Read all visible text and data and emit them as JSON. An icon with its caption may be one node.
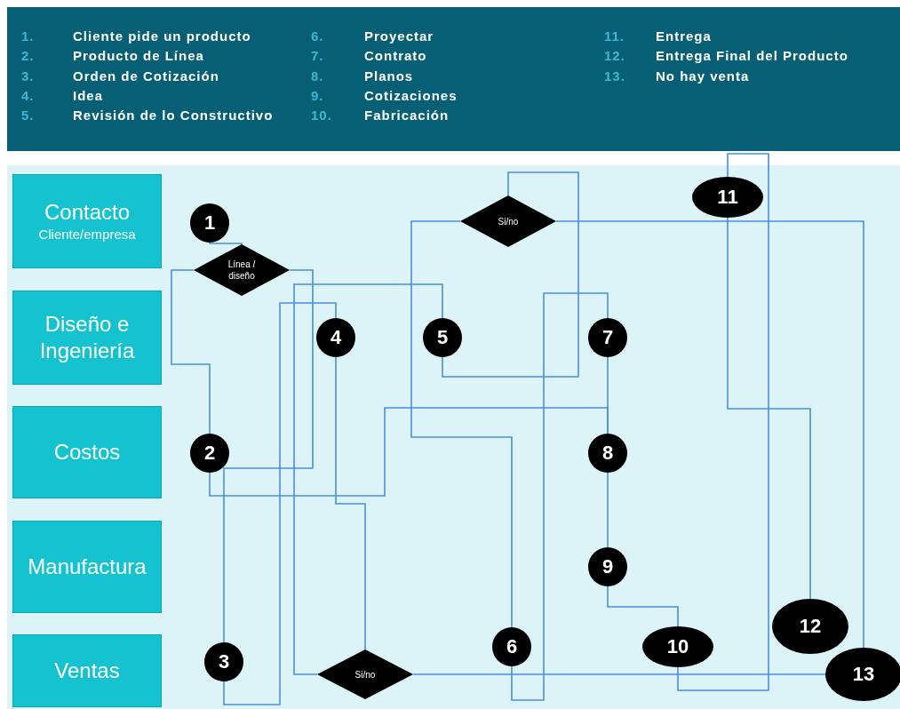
{
  "diagram": {
    "nodes": [
      {
        "text": [
          "Contacto",
          "Cliente/empresa"
        ]
      },
      {
        "text": [
          "Diseño e Ingeniería"
        ]
      },
      {
        "text": [
          "Costos"
        ]
      },
      {
        "text": [
          "Manufactura"
        ]
      },
      {
        "text": [
          "Ventas"
        ]
      },
      {
        "text": [
          "1"
        ]
      },
      {
        "text": [
          "Línea / diseño"
        ]
      },
      {
        "text": [
          "2"
        ]
      },
      {
        "text": [
          "3"
        ]
      },
      {
        "text": [
          "4"
        ]
      },
      {
        "text": [
          "5"
        ]
      },
      {
        "text": [
          "Si/no"
        ]
      },
      {
        "text": [
          "6"
        ]
      },
      {
        "text": [
          "7"
        ]
      },
      {
        "text": [
          "8"
        ]
      },
      {
        "text": [
          "9"
        ]
      },
      {
        "text": [
          "10"
        ]
      },
      {
        "text": [
          "11"
        ]
      },
      {
        "text": [
          "12"
        ]
      },
      {
        "text": [
          "13"
        ]
      },
      {
        "text": [
          "Si/no"
        ]
      }
    ],
    "edges": [
      {
        "from": 5,
        "to": 6,
        "arrow": "none"
      },
      {
        "from": 6,
        "to": 7,
        "arrow": "none"
      },
      {
        "from": 6,
        "to": 8,
        "arrow": "none"
      },
      {
        "from": 7,
        "to": 14,
        "arrow": "none"
      },
      {
        "from": 13,
        "to": 14,
        "arrow": "none"
      },
      {
        "from": 8,
        "to": 9,
        "arrow": "none"
      },
      {
        "from": 9,
        "to": 20,
        "arrow": "none"
      },
      {
        "from": 20,
        "to": 10,
        "arrow": "none"
      },
      {
        "from": 20,
        "to": 19,
        "arrow": "none"
      },
      {
        "from": 10,
        "to": 11,
        "arrow": "none"
      },
      {
        "from": 11,
        "to": 12,
        "arrow": "none"
      },
      {
        "from": 11,
        "to": 19,
        "arrow": "none"
      },
      {
        "from": 12,
        "to": 13,
        "arrow": "none"
      },
      {
        "from": 14,
        "to": 15,
        "arrow": "none"
      },
      {
        "from": 15,
        "to": 16,
        "arrow": "none"
      },
      {
        "from": 16,
        "to": 17,
        "arrow": "none"
      },
      {
        "from": 17,
        "to": 18,
        "arrow": "none"
      }
    ],
    "labels": [
      "1.",
      "Cliente pide un producto",
      "2.",
      "Producto de Línea",
      "3.",
      "Orden de Cotización",
      "4.",
      "Idea",
      "5.",
      "Revisión de lo Constructivo",
      "6.",
      "Proyectar",
      "7.",
      "Contrato",
      "8.",
      "Planos",
      "9.",
      "Cotizaciones",
      "10.",
      "Fabricación",
      "11.",
      "Entrega",
      "12.",
      "Entrega Final del Producto",
      "13.",
      "No hay venta"
    ]
  }
}
